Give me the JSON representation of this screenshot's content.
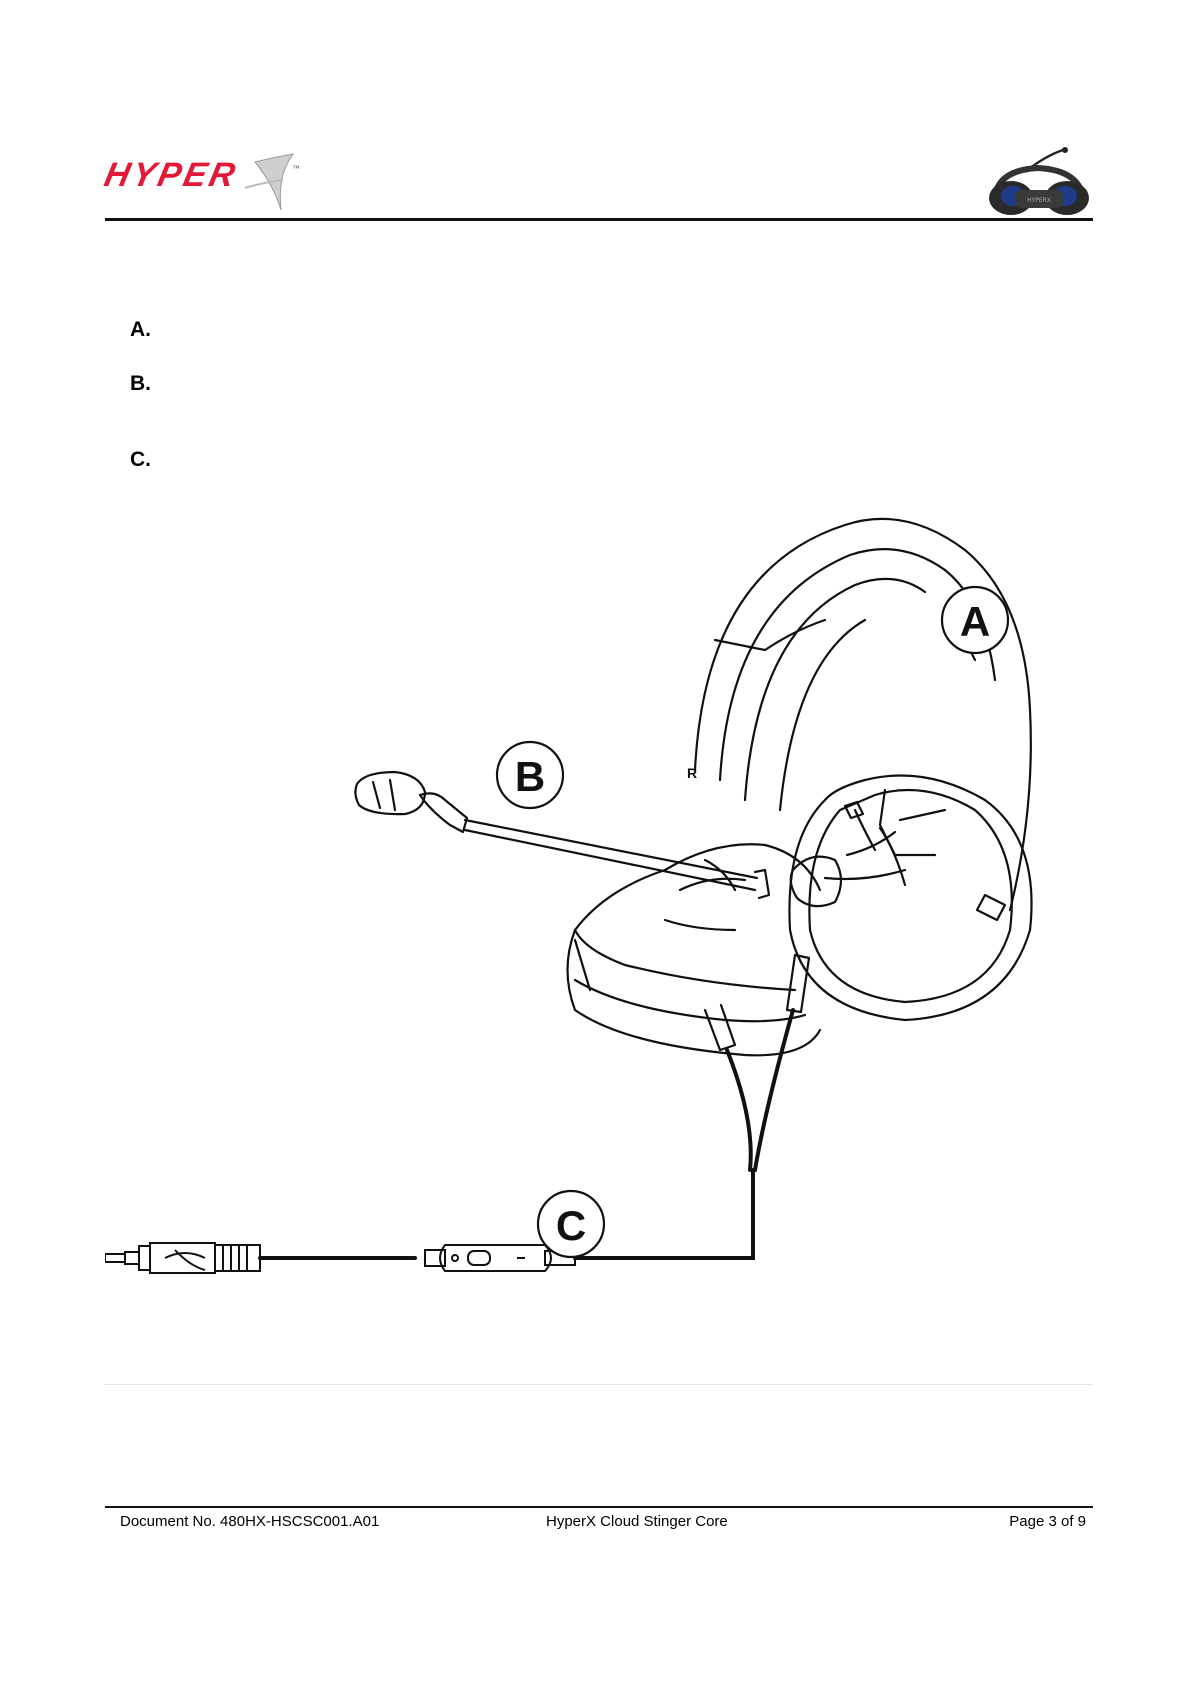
{
  "header": {
    "logo_text": "HYPER",
    "logo_tm": "™"
  },
  "labels": [
    {
      "letter": "A."
    },
    {
      "letter": "B."
    },
    {
      "letter": "C."
    }
  ],
  "callouts": {
    "a": "A",
    "b": "B",
    "c": "C",
    "side_mark": "R"
  },
  "footer": {
    "document_no": "Document No. 480HX-HSCSC001.A01",
    "product": "HyperX Cloud Stinger Core",
    "page": "Page 3 of 9"
  },
  "colors": {
    "brand_red": "#e31837",
    "line": "#111111"
  }
}
